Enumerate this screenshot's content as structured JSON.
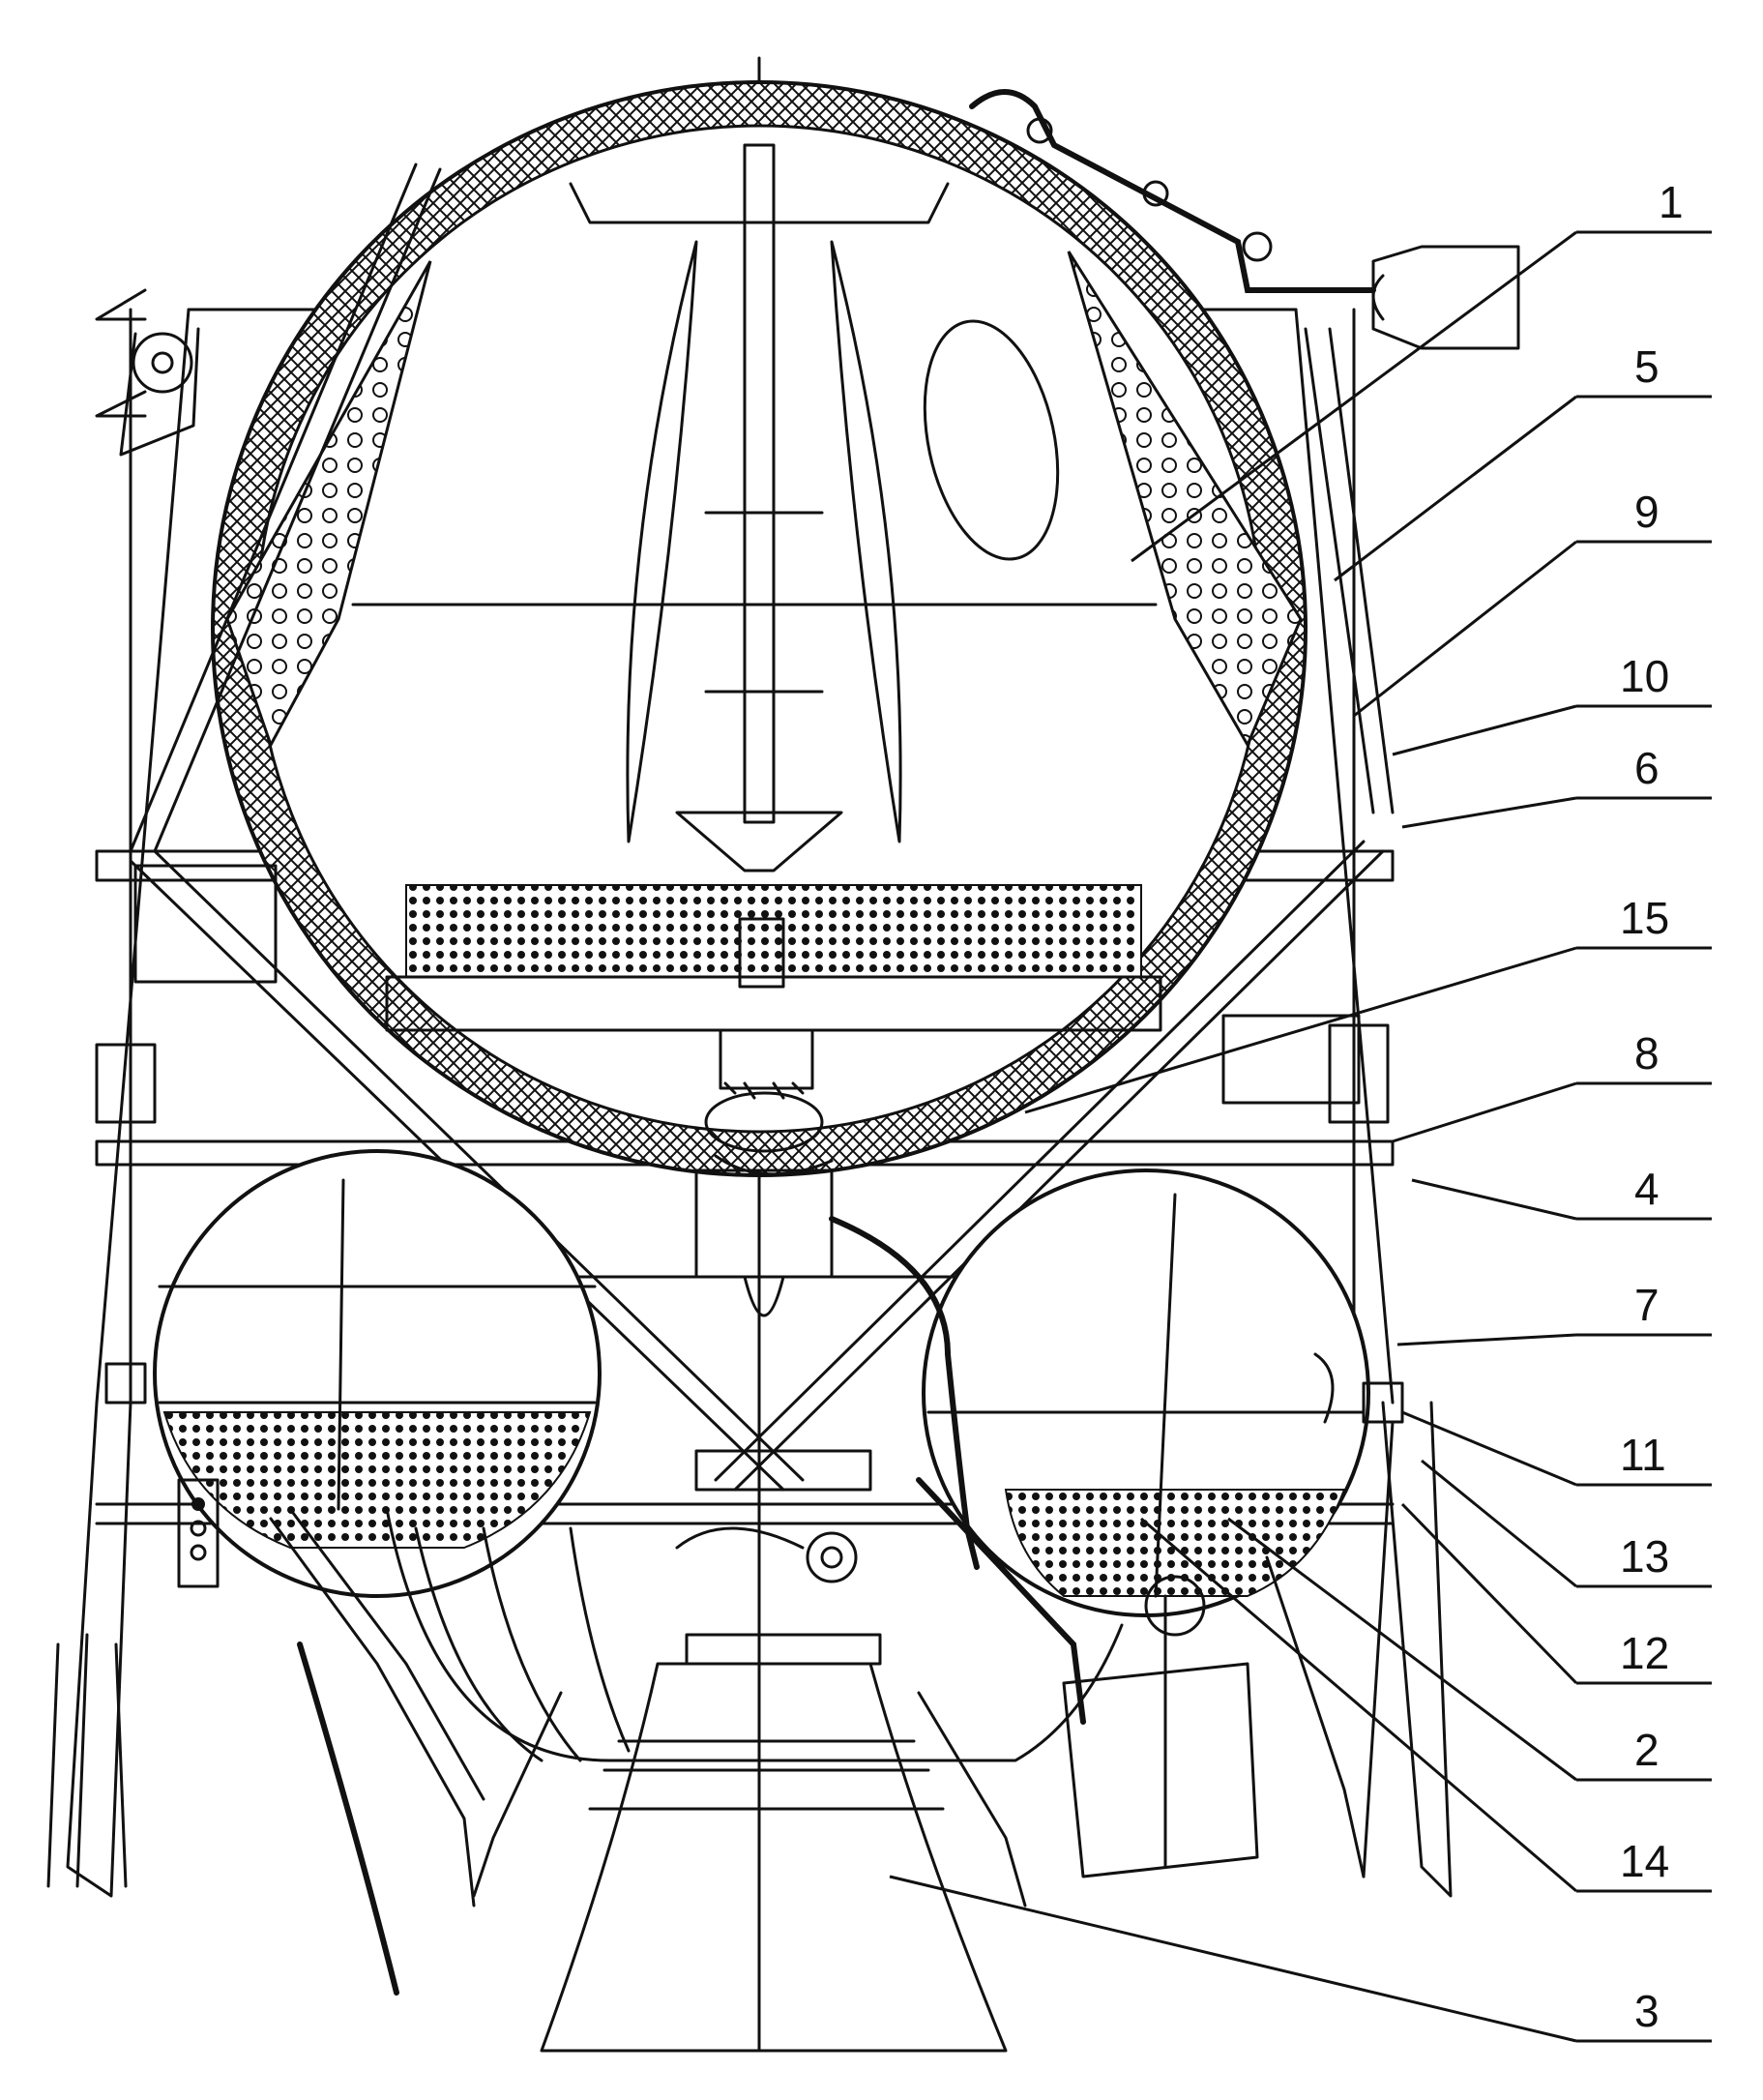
{
  "figure": {
    "labels": [
      "1",
      "5",
      "9",
      "10",
      "6",
      "15",
      "8",
      "4",
      "7",
      "11",
      "13",
      "12",
      "2",
      "14",
      "3"
    ]
  }
}
